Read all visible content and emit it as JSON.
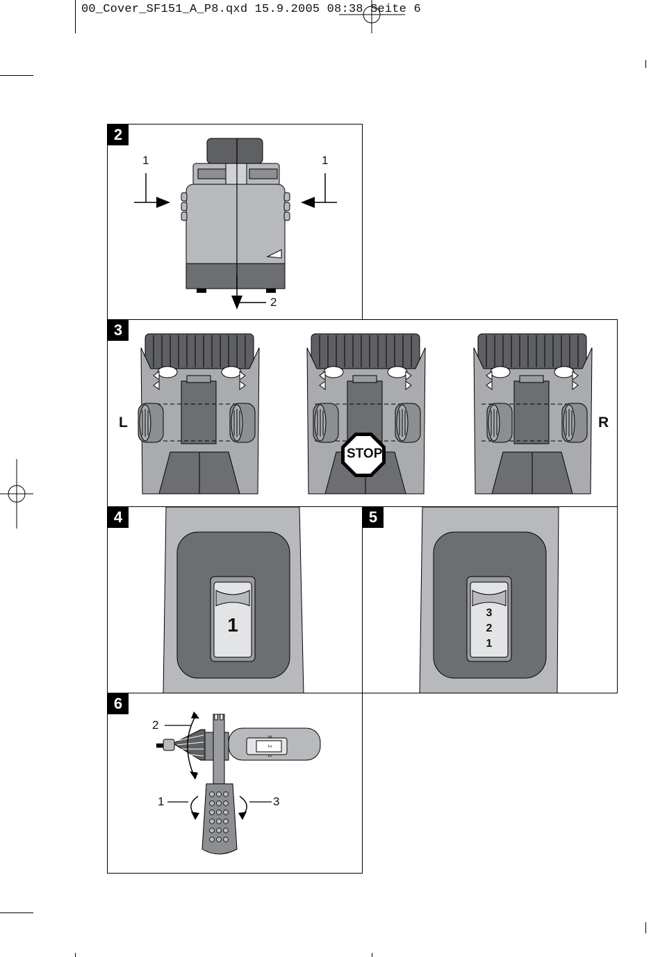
{
  "header": {
    "slug": "00_Cover_SF151_A_P8.qxd   15.9.2005   08:38   Seite 6"
  },
  "figures": {
    "fig2": {
      "badge": "2",
      "callouts": {
        "left_1": "1",
        "right_1": "1",
        "bottom_2": "2"
      }
    },
    "fig3": {
      "badge": "3",
      "left_label": "L",
      "right_label": "R",
      "stop_label": "STOP"
    },
    "fig4": {
      "badge": "4",
      "switch_value": "1"
    },
    "fig5": {
      "badge": "5",
      "switch_values": [
        "3",
        "2",
        "1"
      ]
    },
    "fig6": {
      "badge": "6",
      "callouts": {
        "label_2": "2",
        "label_1": "1",
        "label_3": "3"
      },
      "mini_switch_values": [
        "3",
        "2",
        "1"
      ]
    }
  }
}
